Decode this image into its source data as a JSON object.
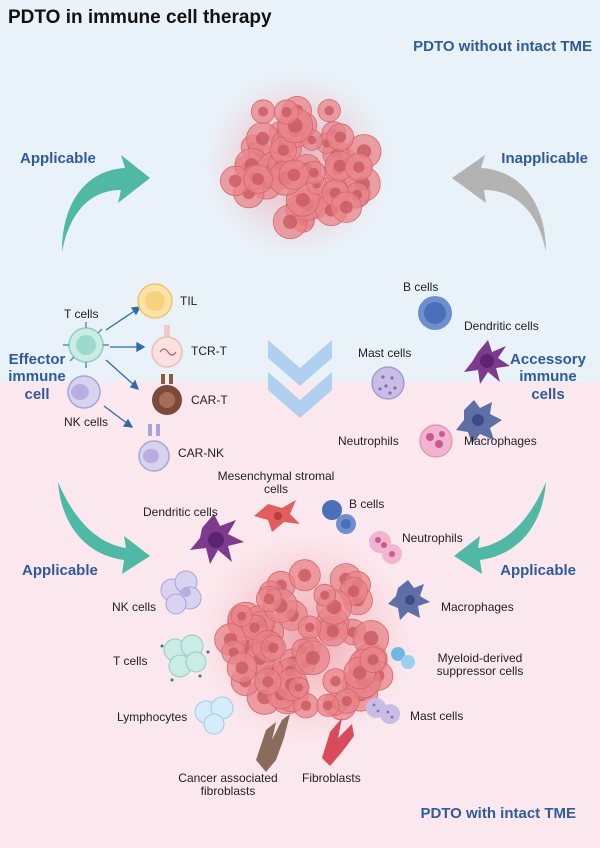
{
  "figure": {
    "title": "PDTO in immune cell therapy",
    "top_panel_title": "PDTO without intact TME",
    "bottom_panel_title": "PDTO with intact TME"
  },
  "arrows": {
    "top_left": "Applicable",
    "top_right": "Inapplicable",
    "bottom_left": "Applicable",
    "bottom_right": "Applicable"
  },
  "effector": {
    "heading": "Effector immune cell",
    "heading_lines": [
      "Effector",
      "immune",
      "cell"
    ],
    "t_cells": "T cells",
    "nk_cells": "NK cells",
    "til": "TIL",
    "tcr_t": "TCR-T",
    "car_t": "CAR-T",
    "car_nk": "CAR-NK"
  },
  "accessory": {
    "heading": "Accessory immune cells",
    "heading_lines": [
      "Accessory",
      "immune",
      "cells"
    ],
    "b_cells": "B cells",
    "dendritic_cells": "Dendritic cells",
    "mast_cells": "Mast cells",
    "neutrophils": "Neutrophils",
    "macrophages": "Macrophages"
  },
  "tme_cells": {
    "mesenchymal_lines": [
      "Mesenchymal stromal",
      "cells"
    ],
    "dendritic_cells": "Dendritic cells",
    "b_cells": "B cells",
    "neutrophils": "Neutrophils",
    "nk_cells": "NK cells",
    "macrophages": "Macrophages",
    "t_cells": "T cells",
    "mdsc_lines": [
      "Myeloid-derived",
      "suppressor cells"
    ],
    "lymphocytes": "Lymphocytes",
    "mast_cells": "Mast cells",
    "caf_lines": [
      "Cancer associated",
      "fibroblasts"
    ],
    "fibroblasts": "Fibroblasts"
  },
  "colors": {
    "top_bg": "#e9f2f9",
    "bottom_bg": "#fbe8ee",
    "title_blue": "#2f5a9e",
    "teal_arrow": "#4fb9a6",
    "gray_arrow": "#b3b3b3",
    "chevron": "#a9cdee",
    "tumor": "#e8848a",
    "tumor_core": "#c85a62"
  }
}
